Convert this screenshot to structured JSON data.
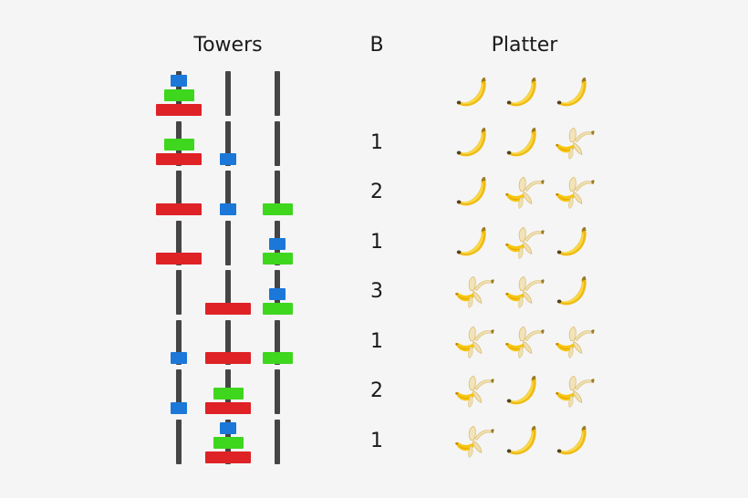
{
  "headers": {
    "towers": "Towers",
    "b": "B",
    "platter": "Platter"
  },
  "colors": {
    "background": "#f5f5f5",
    "text": "#1a1a1a",
    "peg": "#454545",
    "disk_red": "#de2226",
    "disk_green": "#3fd61e",
    "disk_blue": "#1b78d8",
    "banana_yellow": "#f0bb12",
    "banana_peel_cream": "#f2e4b8"
  },
  "rows": [
    {
      "b": "",
      "towers": [
        [
          "red",
          "green",
          "blue"
        ],
        [],
        []
      ],
      "platter": [
        "whole",
        "whole",
        "whole"
      ]
    },
    {
      "b": "1",
      "towers": [
        [
          "red",
          "green"
        ],
        [
          "blue"
        ],
        []
      ],
      "platter": [
        "whole",
        "whole",
        "peeled"
      ]
    },
    {
      "b": "2",
      "towers": [
        [
          "red"
        ],
        [
          "blue"
        ],
        [
          "green"
        ]
      ],
      "platter": [
        "whole",
        "peeled",
        "peeled"
      ]
    },
    {
      "b": "1",
      "towers": [
        [
          "red"
        ],
        [],
        [
          "green",
          "blue"
        ]
      ],
      "platter": [
        "whole",
        "peeled",
        "whole"
      ]
    },
    {
      "b": "3",
      "towers": [
        [],
        [
          "red"
        ],
        [
          "green",
          "blue"
        ]
      ],
      "platter": [
        "peeled",
        "peeled",
        "whole"
      ]
    },
    {
      "b": "1",
      "towers": [
        [
          "blue"
        ],
        [
          "red"
        ],
        [
          "green"
        ]
      ],
      "platter": [
        "peeled",
        "peeled",
        "peeled"
      ]
    },
    {
      "b": "2",
      "towers": [
        [
          "blue"
        ],
        [
          "red",
          "green"
        ],
        []
      ],
      "platter": [
        "peeled",
        "whole",
        "peeled"
      ]
    },
    {
      "b": "1",
      "towers": [
        [],
        [
          "red",
          "green",
          "blue"
        ],
        []
      ],
      "platter": [
        "peeled",
        "whole",
        "whole"
      ]
    }
  ]
}
